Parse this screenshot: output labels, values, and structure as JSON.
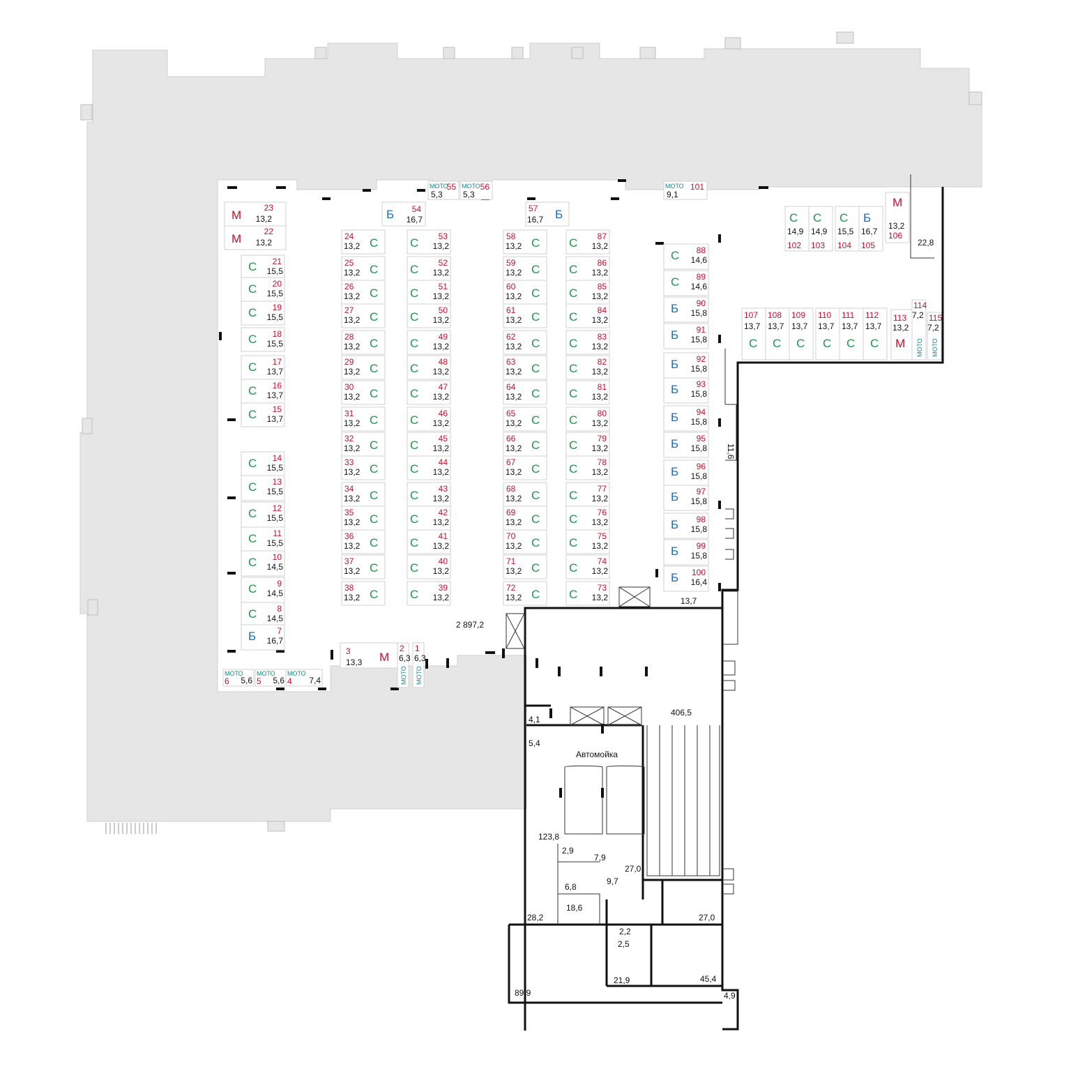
{
  "plan": {
    "total_area": "2 897,2",
    "carwash_label": "Автомойка",
    "moto_label": "МОТО"
  },
  "colors": {
    "number": "#c8102e",
    "category_C": "#1a9a4a",
    "category_B": "#1f6fb5",
    "category_M": "#c8102e",
    "moto": "#1a8a8a",
    "neighbor_building": "#e6e6e6"
  },
  "spaces": [
    {
      "num": "23",
      "area": "13,2",
      "cat": "М"
    },
    {
      "num": "22",
      "area": "13,2",
      "cat": "М"
    },
    {
      "num": "21",
      "area": "15,5",
      "cat": "С"
    },
    {
      "num": "20",
      "area": "15,5",
      "cat": "С"
    },
    {
      "num": "19",
      "area": "15,5",
      "cat": "С"
    },
    {
      "num": "18",
      "area": "15,5",
      "cat": "С"
    },
    {
      "num": "17",
      "area": "13,7",
      "cat": "С"
    },
    {
      "num": "16",
      "area": "13,7",
      "cat": "С"
    },
    {
      "num": "15",
      "area": "13,7",
      "cat": "С"
    },
    {
      "num": "14",
      "area": "15,5",
      "cat": "С"
    },
    {
      "num": "13",
      "area": "15,5",
      "cat": "С"
    },
    {
      "num": "12",
      "area": "15,5",
      "cat": "С"
    },
    {
      "num": "11",
      "area": "15,5",
      "cat": "С"
    },
    {
      "num": "10",
      "area": "14,5",
      "cat": "С"
    },
    {
      "num": "9",
      "area": "14,5",
      "cat": "С"
    },
    {
      "num": "8",
      "area": "14,5",
      "cat": "С"
    },
    {
      "num": "7",
      "area": "16,7",
      "cat": "Б"
    },
    {
      "num": "6",
      "area": "5,6",
      "cat": "МОТО"
    },
    {
      "num": "5",
      "area": "5,6",
      "cat": "МОТО"
    },
    {
      "num": "4",
      "area": "7,4",
      "cat": "МОТО"
    },
    {
      "num": "3",
      "area": "13,3",
      "cat": "М"
    },
    {
      "num": "2",
      "area": "6,3",
      "cat": "МОТО"
    },
    {
      "num": "1",
      "area": "6,3",
      "cat": "МОТО"
    },
    {
      "num": "24",
      "area": "13,2",
      "cat": "С"
    },
    {
      "num": "25",
      "area": "13,2",
      "cat": "С"
    },
    {
      "num": "26",
      "area": "13,2",
      "cat": "С"
    },
    {
      "num": "27",
      "area": "13,2",
      "cat": "С"
    },
    {
      "num": "28",
      "area": "13,2",
      "cat": "С"
    },
    {
      "num": "29",
      "area": "13,2",
      "cat": "С"
    },
    {
      "num": "30",
      "area": "13,2",
      "cat": "С"
    },
    {
      "num": "31",
      "area": "13,2",
      "cat": "С"
    },
    {
      "num": "32",
      "area": "13,2",
      "cat": "С"
    },
    {
      "num": "33",
      "area": "13,2",
      "cat": "С"
    },
    {
      "num": "34",
      "area": "13,2",
      "cat": "С"
    },
    {
      "num": "35",
      "area": "13,2",
      "cat": "С"
    },
    {
      "num": "36",
      "area": "13,2",
      "cat": "С"
    },
    {
      "num": "37",
      "area": "13,2",
      "cat": "С"
    },
    {
      "num": "38",
      "area": "13,2",
      "cat": "С"
    },
    {
      "num": "53",
      "area": "13,2",
      "cat": "С"
    },
    {
      "num": "52",
      "area": "13,2",
      "cat": "С"
    },
    {
      "num": "51",
      "area": "13,2",
      "cat": "С"
    },
    {
      "num": "50",
      "area": "13,2",
      "cat": "С"
    },
    {
      "num": "49",
      "area": "13,2",
      "cat": "С"
    },
    {
      "num": "48",
      "area": "13,2",
      "cat": "С"
    },
    {
      "num": "47",
      "area": "13,2",
      "cat": "С"
    },
    {
      "num": "46",
      "area": "13,2",
      "cat": "С"
    },
    {
      "num": "45",
      "area": "13,2",
      "cat": "С"
    },
    {
      "num": "44",
      "area": "13,2",
      "cat": "С"
    },
    {
      "num": "43",
      "area": "13,2",
      "cat": "С"
    },
    {
      "num": "42",
      "area": "13,2",
      "cat": "С"
    },
    {
      "num": "41",
      "area": "13,2",
      "cat": "С"
    },
    {
      "num": "40",
      "area": "13,2",
      "cat": "С"
    },
    {
      "num": "39",
      "area": "13,2",
      "cat": "С"
    },
    {
      "num": "54",
      "area": "16,7",
      "cat": "Б"
    },
    {
      "num": "55",
      "area": "5,3",
      "cat": "МОТО"
    },
    {
      "num": "56",
      "area": "5,3",
      "cat": "МОТО"
    },
    {
      "num": "57",
      "area": "16,7",
      "cat": "Б"
    },
    {
      "num": "58",
      "area": "13,2",
      "cat": "С"
    },
    {
      "num": "59",
      "area": "13,2",
      "cat": "С"
    },
    {
      "num": "60",
      "area": "13,2",
      "cat": "С"
    },
    {
      "num": "61",
      "area": "13,2",
      "cat": "С"
    },
    {
      "num": "62",
      "area": "13,2",
      "cat": "С"
    },
    {
      "num": "63",
      "area": "13,2",
      "cat": "С"
    },
    {
      "num": "64",
      "area": "13,2",
      "cat": "С"
    },
    {
      "num": "65",
      "area": "13,2",
      "cat": "С"
    },
    {
      "num": "66",
      "area": "13,2",
      "cat": "С"
    },
    {
      "num": "67",
      "area": "13,2",
      "cat": "С"
    },
    {
      "num": "68",
      "area": "13,2",
      "cat": "С"
    },
    {
      "num": "69",
      "area": "13,2",
      "cat": "С"
    },
    {
      "num": "70",
      "area": "13,2",
      "cat": "С"
    },
    {
      "num": "71",
      "area": "13,2",
      "cat": "С"
    },
    {
      "num": "72",
      "area": "13,2",
      "cat": "С"
    },
    {
      "num": "87",
      "area": "13,2",
      "cat": "С"
    },
    {
      "num": "86",
      "area": "13,2",
      "cat": "С"
    },
    {
      "num": "85",
      "area": "13,2",
      "cat": "С"
    },
    {
      "num": "84",
      "area": "13,2",
      "cat": "С"
    },
    {
      "num": "83",
      "area": "13,2",
      "cat": "С"
    },
    {
      "num": "82",
      "area": "13,2",
      "cat": "С"
    },
    {
      "num": "81",
      "area": "13,2",
      "cat": "С"
    },
    {
      "num": "80",
      "area": "13,2",
      "cat": "С"
    },
    {
      "num": "79",
      "area": "13,2",
      "cat": "С"
    },
    {
      "num": "78",
      "area": "13,2",
      "cat": "С"
    },
    {
      "num": "77",
      "area": "13,2",
      "cat": "С"
    },
    {
      "num": "76",
      "area": "13,2",
      "cat": "С"
    },
    {
      "num": "75",
      "area": "13,2",
      "cat": "С"
    },
    {
      "num": "74",
      "area": "13,2",
      "cat": "С"
    },
    {
      "num": "73",
      "area": "13,2",
      "cat": "С"
    },
    {
      "num": "88",
      "area": "14,6",
      "cat": "С"
    },
    {
      "num": "89",
      "area": "14,6",
      "cat": "С"
    },
    {
      "num": "90",
      "area": "15,8",
      "cat": "Б"
    },
    {
      "num": "91",
      "area": "15,8",
      "cat": "Б"
    },
    {
      "num": "92",
      "area": "15,8",
      "cat": "Б"
    },
    {
      "num": "93",
      "area": "15,8",
      "cat": "Б"
    },
    {
      "num": "94",
      "area": "15,8",
      "cat": "Б"
    },
    {
      "num": "95",
      "area": "15,8",
      "cat": "Б"
    },
    {
      "num": "96",
      "area": "15,8",
      "cat": "Б"
    },
    {
      "num": "97",
      "area": "15,8",
      "cat": "Б"
    },
    {
      "num": "98",
      "area": "15,8",
      "cat": "Б"
    },
    {
      "num": "99",
      "area": "15,8",
      "cat": "Б"
    },
    {
      "num": "100",
      "area": "16,4",
      "cat": "Б"
    },
    {
      "num": "101",
      "area": "9,1",
      "cat": "МОТО"
    },
    {
      "num": "102",
      "area": "14,9",
      "cat": "С"
    },
    {
      "num": "103",
      "area": "14,9",
      "cat": "С"
    },
    {
      "num": "104",
      "area": "15,5",
      "cat": "С"
    },
    {
      "num": "105",
      "area": "16,7",
      "cat": "Б"
    },
    {
      "num": "106",
      "area": "13,2",
      "cat": "М"
    },
    {
      "num": "107",
      "area": "13,7",
      "cat": "С"
    },
    {
      "num": "108",
      "area": "13,7",
      "cat": "С"
    },
    {
      "num": "109",
      "area": "13,7",
      "cat": "С"
    },
    {
      "num": "110",
      "area": "13,7",
      "cat": "С"
    },
    {
      "num": "111",
      "area": "13,7",
      "cat": "С"
    },
    {
      "num": "112",
      "area": "13,7",
      "cat": "С"
    },
    {
      "num": "113",
      "area": "13,2",
      "cat": "М"
    },
    {
      "num": "114",
      "area": "7,2",
      "cat": "МОТО"
    },
    {
      "num": "115",
      "area": "7,2",
      "cat": "МОТО"
    }
  ],
  "rooms": [
    "22,8",
    "11,6",
    "13,7",
    "406,5",
    "4,1",
    "5,4",
    "123,8",
    "2,9",
    "7,9",
    "27,0",
    "6,8",
    "9,7",
    "18,6",
    "28,2",
    "27,0",
    "2,2",
    "2,5",
    "21,9",
    "45,4",
    "89,9",
    "4,9"
  ]
}
